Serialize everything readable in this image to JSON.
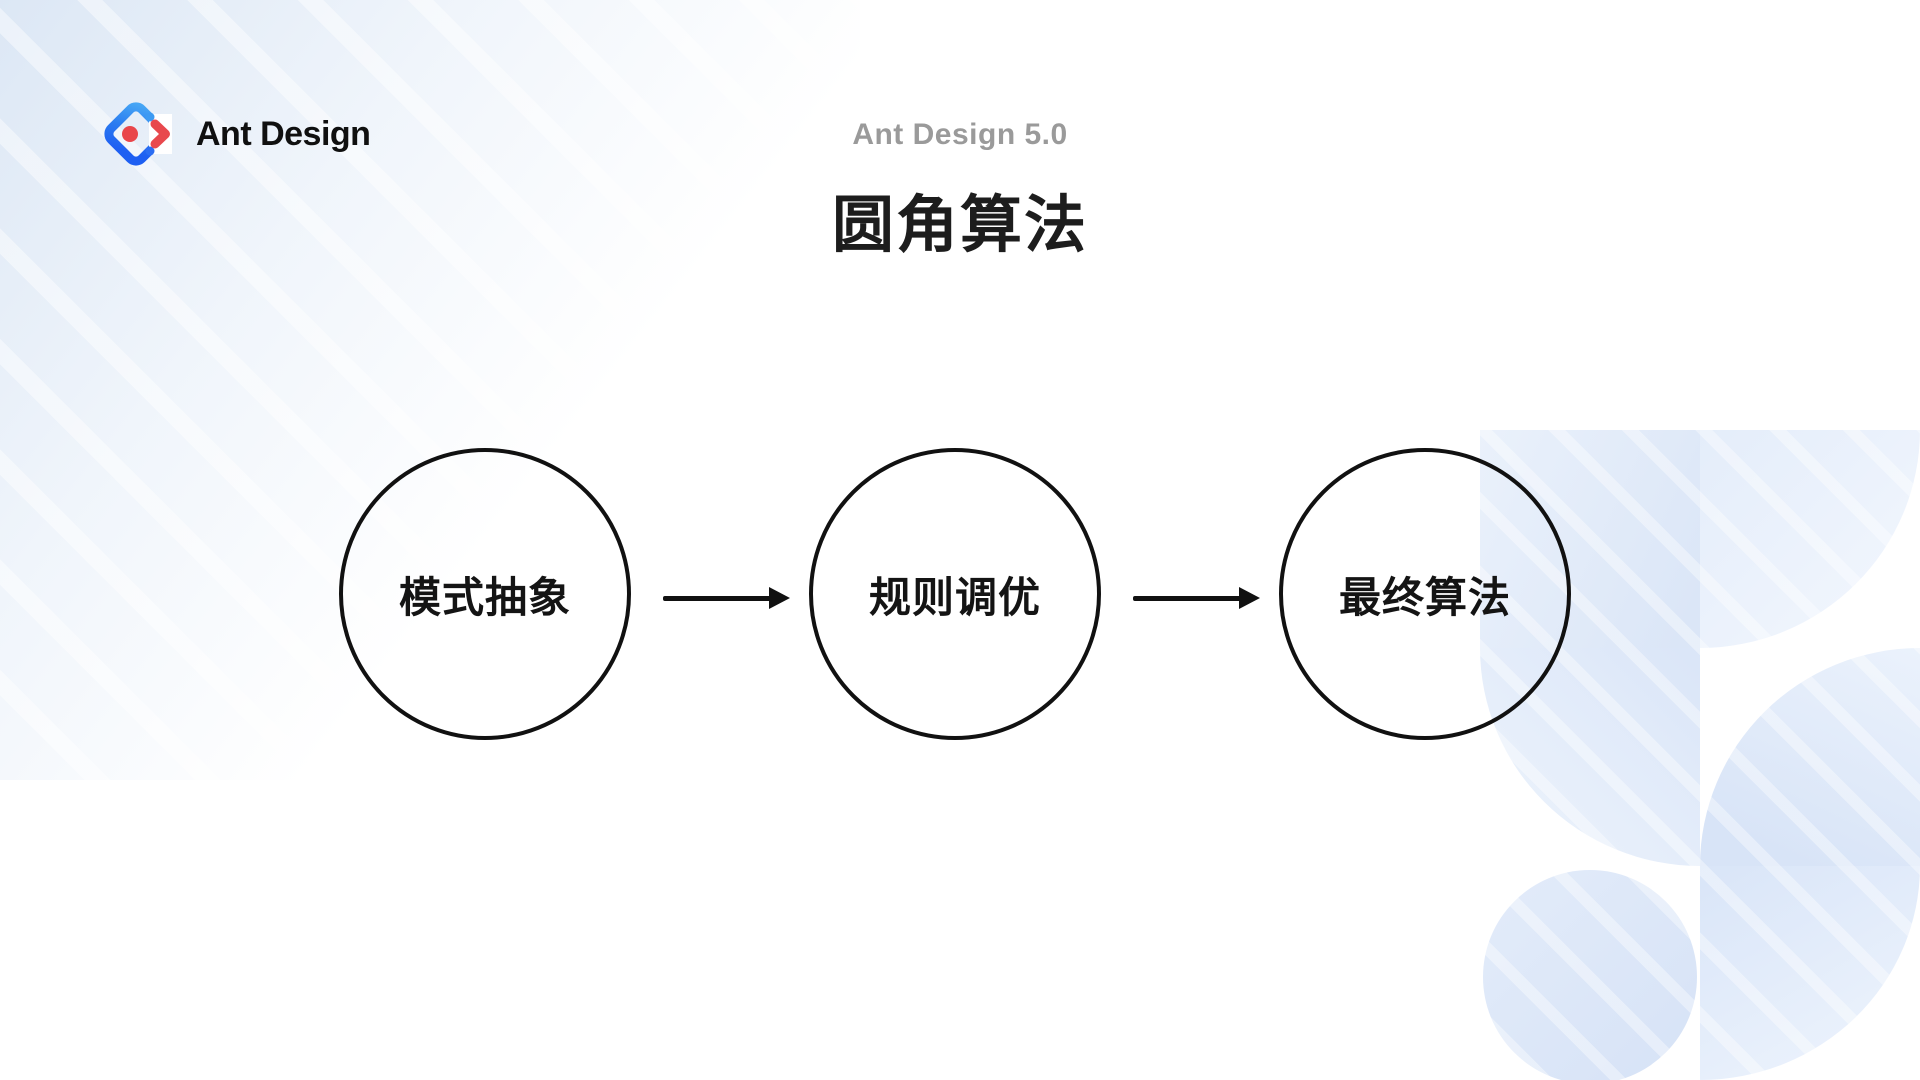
{
  "slide": {
    "brand": {
      "logo_icon": "ant-design-diamond-logo",
      "logo_text": "Ant Design"
    },
    "subtitle": "Ant Design 5.0",
    "title": "圆角算法"
  },
  "diagram": {
    "type": "flow",
    "direction": "left-to-right",
    "nodes": [
      {
        "label": "模式抽象",
        "shape": "circle"
      },
      {
        "label": "规则调优",
        "shape": "circle"
      },
      {
        "label": "最终算法",
        "shape": "circle"
      }
    ],
    "edges": [
      {
        "from": "模式抽象",
        "to": "规则调优",
        "style": "arrow"
      },
      {
        "from": "规则调优",
        "to": "最终算法",
        "style": "arrow"
      }
    ]
  },
  "colors": {
    "background": "#ffffff",
    "title_text": "#1d1d1d",
    "subtitle_gray": "#9a9a9a",
    "node_stroke": "#111111",
    "node_label": "#141414",
    "brand_blue_light": "#46a6f5",
    "brand_blue_dark": "#1e5ff2",
    "brand_red": "#e8484d",
    "decor_blue": "#dbe6f7"
  }
}
